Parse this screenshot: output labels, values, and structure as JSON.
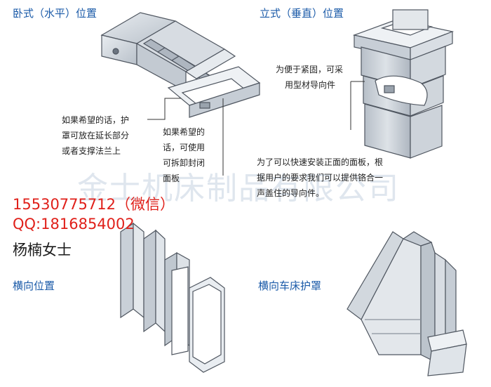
{
  "titles": {
    "horizontal": "卧式（水平）位置",
    "vertical": "立式（垂直）位置",
    "lateral": "横向位置",
    "lathe": "横向车床护罩"
  },
  "notes": {
    "fixing": [
      "为便于紧固，可采",
      "用型材导向件"
    ],
    "support": [
      "如果希望的话，护",
      "罩可放在延长部分",
      "或者支撑法兰上"
    ],
    "detachable": [
      "如果希望的",
      "话，可使用",
      "可拆卸封闭",
      "面板"
    ],
    "guide": [
      "为了可以快速安装正面的面板，根",
      "据用户的要求我们可以提供铬合一",
      "声盖住的导向件。"
    ]
  },
  "contact": {
    "phone": "15530775712（微信）",
    "qq": "QQ:1816854002",
    "name": "杨楠女士"
  },
  "watermark": "金士机床制品有限公司",
  "colors": {
    "title": "#1a5aa8",
    "contact": "#e0201a",
    "shield_face": "#cfd5dd",
    "shield_edge": "#6b7480"
  }
}
